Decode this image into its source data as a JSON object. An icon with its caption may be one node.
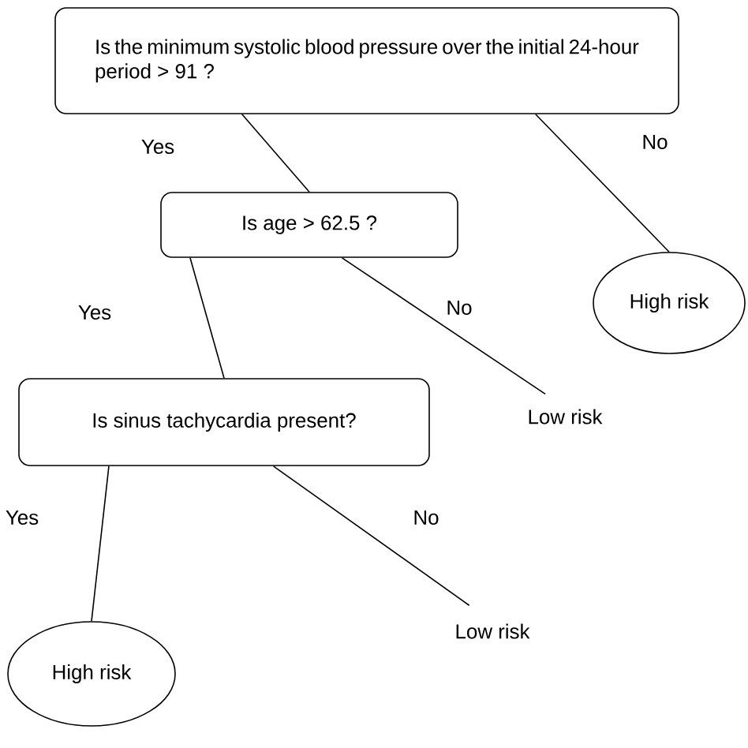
{
  "diagram": {
    "nodes": [
      {
        "text": [
          "Is the minimum systolic blood pressure over the initial 24-hour period > 91 ?"
        ]
      },
      {
        "text": [
          "Is age > 62.5 ?"
        ]
      },
      {
        "text": [
          "Is sinus tachycardia present?"
        ]
      },
      {
        "text": [
          "High risk"
        ]
      },
      {
        "text": [
          "Low risk"
        ]
      },
      {
        "text": [
          "High risk"
        ]
      },
      {
        "text": [
          "Low risk"
        ]
      }
    ],
    "edges": [
      {
        "from": 0,
        "to": 1,
        "arrow": "none",
        "label": "Yes"
      },
      {
        "from": 0,
        "to": 3,
        "arrow": "none",
        "label": "No"
      },
      {
        "from": 1,
        "to": 2,
        "arrow": "none",
        "label": "Yes"
      },
      {
        "from": 1,
        "to": 4,
        "arrow": "none",
        "label": "No"
      },
      {
        "from": 2,
        "to": 5,
        "arrow": "none",
        "label": "Yes"
      },
      {
        "from": 2,
        "to": 6,
        "arrow": "none",
        "label": "No"
      }
    ]
  }
}
